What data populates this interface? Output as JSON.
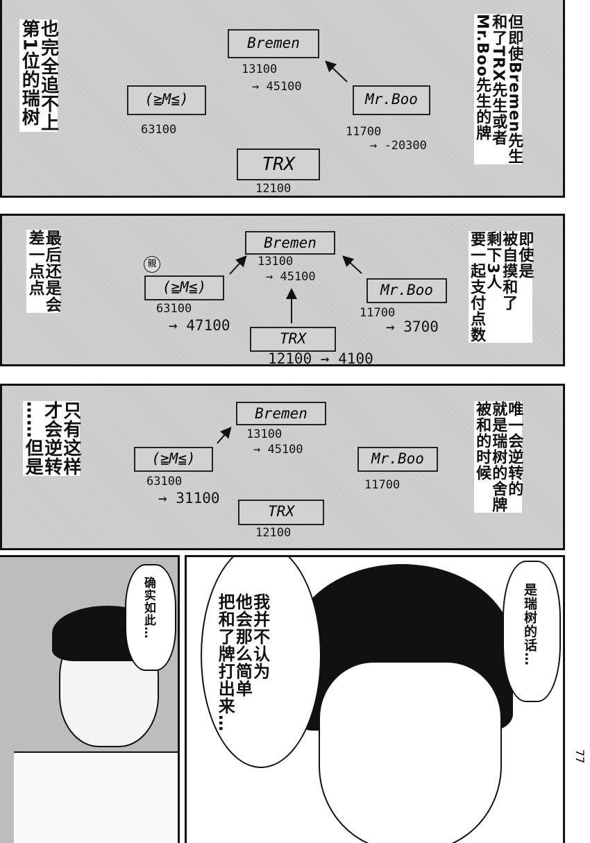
{
  "panels": [
    {
      "left_text": [
        "也完全追不上",
        "第1位的瑞树"
      ],
      "right_text": [
        "但即使Bremen先生",
        "和了TRX先生或者",
        "Mr.Boo先生的牌"
      ],
      "players": {
        "bremen": {
          "name": "Bremen",
          "score": "13100",
          "after": "→ 45100"
        },
        "self": {
          "name": "(≧M≦)",
          "score": "63100",
          "after": ""
        },
        "mrboo": {
          "name": "Mr.Boo",
          "score": "11700",
          "after": "→ -20300"
        },
        "trx": {
          "name": "TRX",
          "score": "12100",
          "after": ""
        }
      }
    },
    {
      "left_text": [
        "最后还是会",
        "差一点点"
      ],
      "right_text": [
        "即使是",
        "被自摸和了",
        "剩下3人",
        "要一起支付点数"
      ],
      "stamp": "親",
      "players": {
        "bremen": {
          "name": "Bremen",
          "score": "13100",
          "after": "→ 45100"
        },
        "self": {
          "name": "(≧M≦)",
          "score": "63100",
          "after": "→ 47100"
        },
        "mrboo": {
          "name": "Mr.Boo",
          "score": "11700",
          "after": "→ 3700"
        },
        "trx": {
          "name": "TRX",
          "score": "12100",
          "after": "→ 4100"
        }
      }
    },
    {
      "left_text": [
        "只有这样",
        "才会逆转",
        "……但是"
      ],
      "right_text": [
        "唯一会逆转的",
        "就是瑞树的舍牌",
        "被和的时候"
      ],
      "players": {
        "bremen": {
          "name": "Bremen",
          "score": "13100",
          "after": "→ 45100"
        },
        "self": {
          "name": "(≧M≦)",
          "score": "63100",
          "after": "→ 31100"
        },
        "mrboo": {
          "name": "Mr.Boo",
          "score": "11700",
          "after": ""
        },
        "trx": {
          "name": "TRX",
          "score": "12100",
          "after": ""
        }
      }
    }
  ],
  "bottom": {
    "bubble_left": "确实如此…",
    "bubble_mid": [
      "我并不认为",
      "他会那么简单",
      "把和了牌打出来…"
    ],
    "bubble_right": "是瑞树的话…"
  },
  "page_number": "77"
}
